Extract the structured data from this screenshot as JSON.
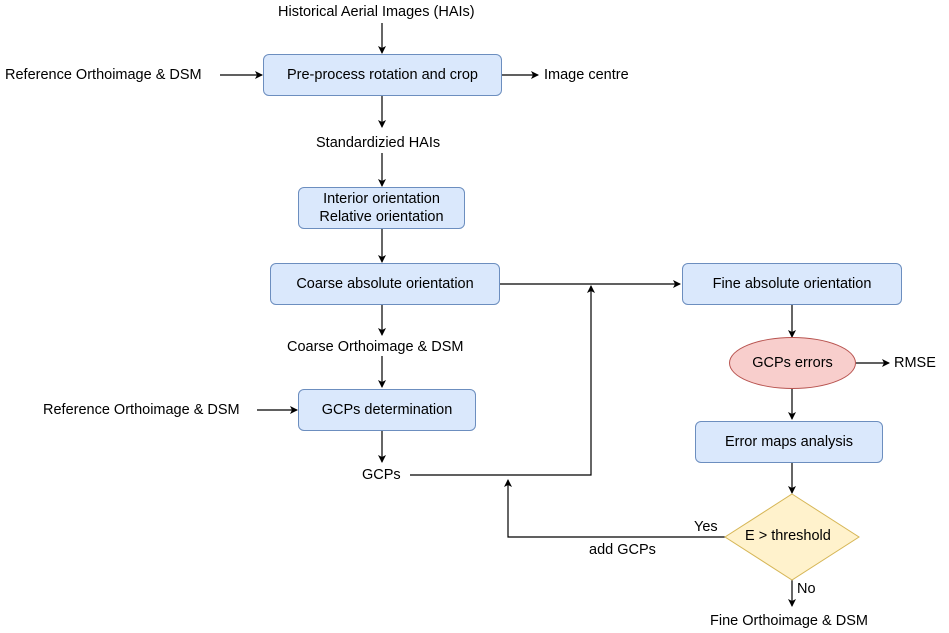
{
  "inputs": {
    "historical_aerial_images": "Historical Aerial Images (HAIs)",
    "reference_ortho_1": "Reference Orthoimage & DSM",
    "reference_ortho_2": "Reference Orthoimage & DSM"
  },
  "process": {
    "preprocess": "Pre-process rotation and crop",
    "interior_orientation": "Interior orientation",
    "relative_orientation": "Relative orientation",
    "coarse_absolute": "Coarse absolute orientation",
    "gcps_determination": "GCPs determination",
    "fine_absolute": "Fine absolute orientation",
    "gcps_errors": "GCPs errors",
    "error_maps": "Error maps analysis",
    "decision": "E > threshold"
  },
  "outputs": {
    "image_centre": "Image centre",
    "standardized_hais": "Standardizied HAIs",
    "coarse_ortho": "Coarse Orthoimage & DSM",
    "gcps": "GCPs",
    "rmse": "RMSE",
    "fine_ortho": "Fine Orthoimage & DSM"
  },
  "edge_labels": {
    "yes": "Yes",
    "no": "No",
    "add_gcps": "add GCPs"
  },
  "colors": {
    "process_fill": "#dae8fc",
    "process_stroke": "#6c8ebf",
    "ellipse_fill": "#f8cecc",
    "ellipse_stroke": "#b85450",
    "decision_fill": "#fff2cc",
    "decision_stroke": "#d6b656"
  }
}
